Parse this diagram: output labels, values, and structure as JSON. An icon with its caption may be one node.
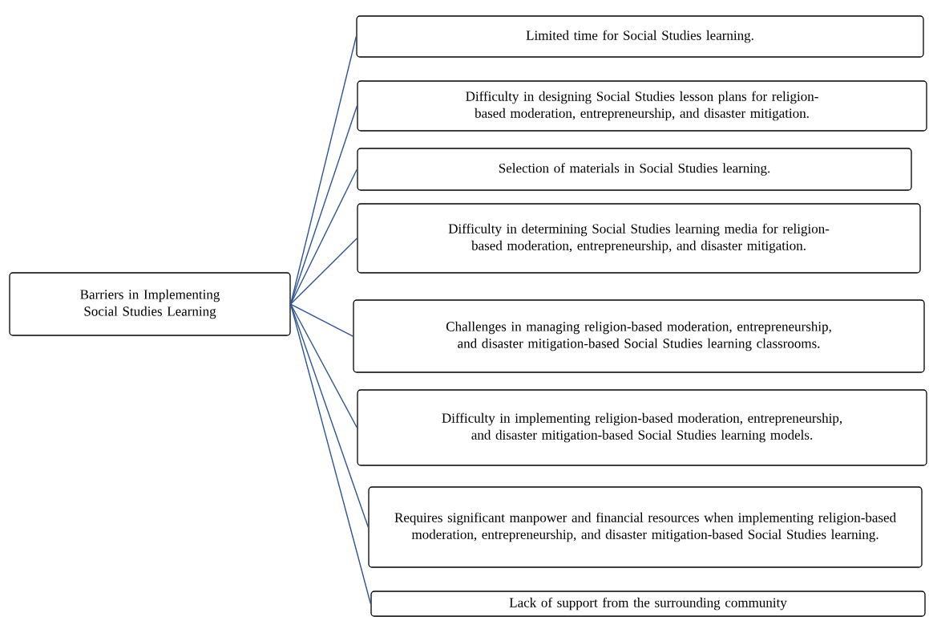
{
  "diagram": {
    "nodes": [
      {
        "text": [
          "Barriers in Implementing Social Studies Learning"
        ]
      },
      {
        "text": [
          "Limited time for Social Studies learning."
        ]
      },
      {
        "text": [
          "Difficulty in designing Social Studies lesson plans for religion-based moderation, entrepreneurship, and disaster mitigation."
        ]
      },
      {
        "text": [
          "Selection of materials in Social Studies learning."
        ]
      },
      {
        "text": [
          "Difficulty in determining Social Studies learning media for religion-based moderation, entrepreneurship, and disaster mitigation."
        ]
      },
      {
        "text": [
          "Challenges in managing religion-based moderation, entrepreneurship, and disaster mitigation-based Social Studies learning classrooms."
        ]
      },
      {
        "text": [
          "Difficulty in implementing religion-based moderation, entrepreneurship, and disaster mitigation-based Social Studies learning models."
        ]
      },
      {
        "text": [
          "Requires significant manpower and financial resources when implementing religion-based moderation, entrepreneurship, and disaster mitigation-based Social Studies learning."
        ]
      },
      {
        "text": [
          "Lack of support from the surrounding community"
        ]
      }
    ],
    "edges": [
      {
        "from": 0,
        "to": 1,
        "arrow": "none"
      },
      {
        "from": 0,
        "to": 2,
        "arrow": "none"
      },
      {
        "from": 0,
        "to": 3,
        "arrow": "none"
      },
      {
        "from": 0,
        "to": 4,
        "arrow": "none"
      },
      {
        "from": 0,
        "to": 5,
        "arrow": "none"
      },
      {
        "from": 0,
        "to": 6,
        "arrow": "none"
      },
      {
        "from": 0,
        "to": 7,
        "arrow": "none"
      },
      {
        "from": 0,
        "to": 8,
        "arrow": "none"
      }
    ]
  }
}
